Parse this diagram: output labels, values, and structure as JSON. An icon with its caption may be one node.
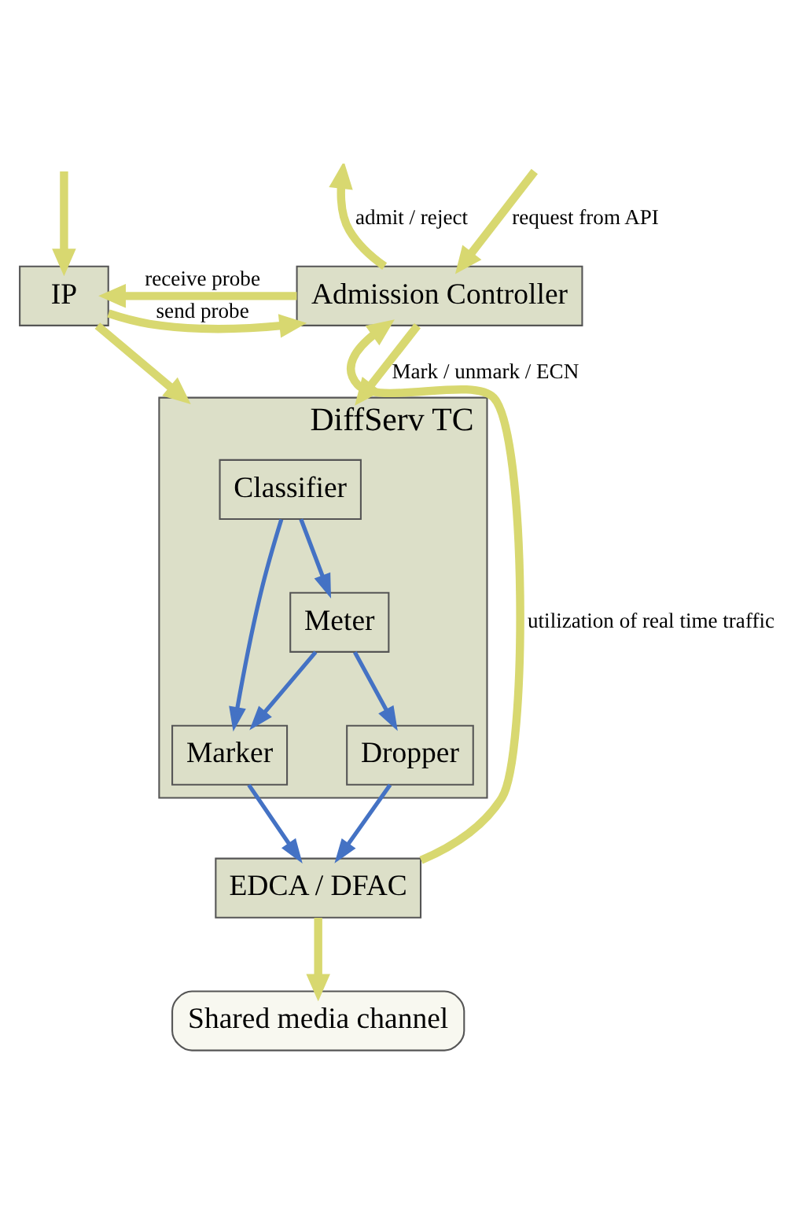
{
  "diagram": {
    "nodes": [
      {
        "text": [
          "IP"
        ]
      },
      {
        "text": [
          "Admission Controller"
        ]
      },
      {
        "text": [
          "DiffServ TC"
        ]
      },
      {
        "text": [
          "Classifier"
        ],
        "in": 2
      },
      {
        "text": [
          "Marker"
        ],
        "in": 2
      },
      {
        "text": [
          "Meter"
        ],
        "in": 2
      },
      {
        "text": [
          "Dropper"
        ],
        "in": 2
      },
      {
        "text": [
          "EDCA / DFAC"
        ]
      },
      {
        "text": [
          "Shared media channel"
        ]
      }
    ],
    "edges": [
      {
        "from": null,
        "to": 0,
        "arrow": "to"
      },
      {
        "from": null,
        "to": 1,
        "arrow": "to",
        "label": "request from API"
      },
      {
        "from": 1,
        "to": null,
        "arrow": "to",
        "label": "admit / reject"
      },
      {
        "from": 0,
        "to": 1,
        "arrow": "to",
        "label": "send probe"
      },
      {
        "from": 1,
        "to": 0,
        "arrow": "to",
        "label": "receive probe"
      },
      {
        "from": 0,
        "to": 2,
        "arrow": "to"
      },
      {
        "from": 1,
        "to": 2,
        "arrow": "to",
        "label": "Mark / unmark / ECN"
      },
      {
        "from": 3,
        "to": 4,
        "arrow": "to",
        "color": "#4472c4"
      },
      {
        "from": 3,
        "to": 5,
        "arrow": "to",
        "color": "#4472c4"
      },
      {
        "from": 5,
        "to": 4,
        "arrow": "to",
        "color": "#4472c4"
      },
      {
        "from": 5,
        "to": 6,
        "arrow": "to",
        "color": "#4472c4"
      },
      {
        "from": 4,
        "to": 7,
        "arrow": "to",
        "color": "#4472c4"
      },
      {
        "from": 6,
        "to": 7,
        "arrow": "to",
        "color": "#4472c4"
      },
      {
        "from": 7,
        "to": 1,
        "arrow": "to",
        "label": "utilization of real time traffic"
      },
      {
        "from": 7,
        "to": 8,
        "arrow": "to"
      }
    ]
  }
}
